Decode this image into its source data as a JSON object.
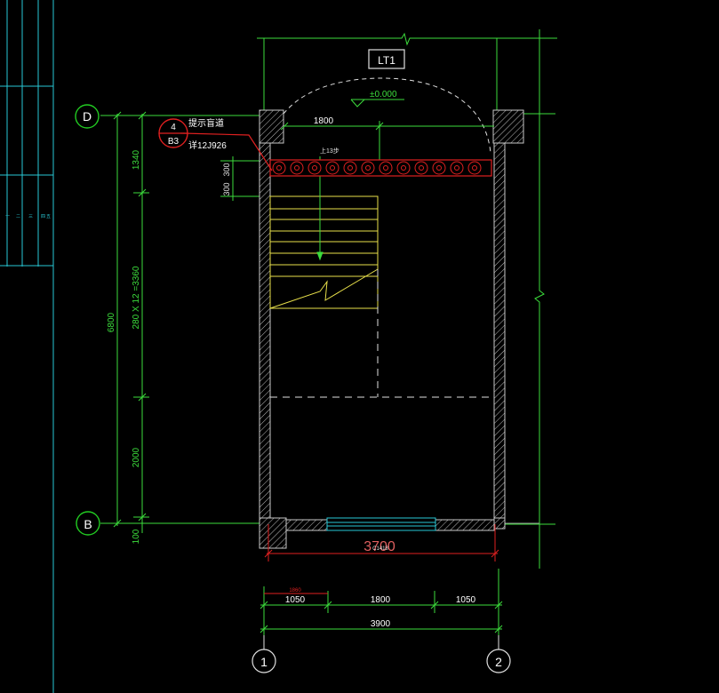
{
  "drawing": {
    "panel_title": "LT1",
    "elevation_mark": "±0.000",
    "annotation": {
      "callout_number": "4",
      "callout_sheet": "B3",
      "label_line1": "提示盲道",
      "label_line2": "详12J926",
      "small_label": "上13步"
    },
    "grid_axes": {
      "left_top": "D",
      "left_bottom": "B",
      "bottom_left": "1",
      "bottom_right": "2"
    },
    "dimensions": {
      "overall_height": "6800",
      "top_segment": "1340",
      "stair_run": "280 X 12 =3360",
      "bottom_segment": "2000",
      "base_offset": "100",
      "tread_height_a": "300",
      "tread_height_b": "300",
      "top_width": "1800",
      "inner_width": "3700",
      "inner_width_sub": "C1418",
      "bottom_left": "1050",
      "bottom_left_sub": "1860",
      "bottom_middle": "1800",
      "bottom_right": "1050",
      "bottom_total": "3900"
    },
    "side_labels": [
      "一",
      "二",
      "三",
      "四",
      "五"
    ]
  },
  "colors": {
    "background": "#000000",
    "dimension_green": "#3cdc3c",
    "wall": "#c8c8c8",
    "stair_yellow": "#e8e04a",
    "highlight_red": "#e02020",
    "axis_green": "#22cc22",
    "cyan_table": "#29c9d6",
    "dashed_white": "#e0e0e0"
  }
}
